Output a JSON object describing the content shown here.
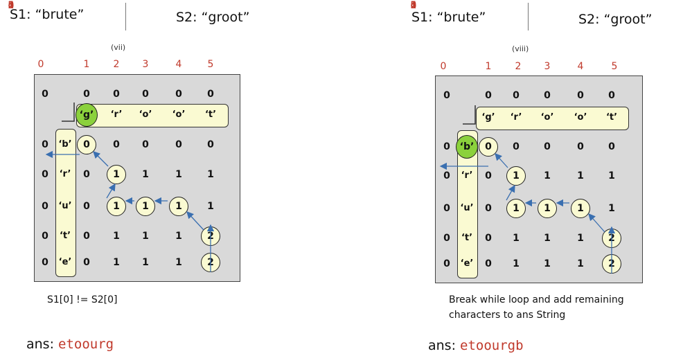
{
  "colors": {
    "index": "#c0392b",
    "grid": "#d9d9d9",
    "strip": "#fafad2",
    "highlight": "#8bd13c",
    "arrow": "#3a6fb0"
  },
  "panels": [
    {
      "s1_label": "S1:  “brute”",
      "s2_label": "S2:  “groot”",
      "step": "(vii)",
      "col_indices": [
        "0",
        "1",
        "2",
        "3",
        "4",
        "5"
      ],
      "row_indices": [
        "0",
        "1",
        "2",
        "3",
        "4",
        "5"
      ],
      "s2_chars": [
        "‘g’",
        "‘r’",
        "‘o’",
        "‘o’",
        "‘t’"
      ],
      "s1_chars": [
        "‘b’",
        "‘r’",
        "‘u’",
        "‘t’",
        "‘e’"
      ],
      "grid": [
        [
          "0",
          "0",
          "0",
          "0",
          "0",
          "0"
        ],
        [
          "0",
          "0",
          "0",
          "0",
          "0",
          "0"
        ],
        [
          "0",
          "0",
          "1",
          "1",
          "1",
          "1"
        ],
        [
          "0",
          "0",
          "1",
          "1",
          "1",
          "1"
        ],
        [
          "0",
          "0",
          "1",
          "1",
          "1",
          "2"
        ],
        [
          "0",
          "0",
          "1",
          "1",
          "1",
          "2"
        ]
      ],
      "circled": [
        [
          1,
          1
        ],
        [
          2,
          2
        ],
        [
          3,
          2
        ],
        [
          3,
          3
        ],
        [
          3,
          4
        ],
        [
          4,
          5
        ],
        [
          5,
          5
        ]
      ],
      "highlight": "top",
      "note": "S1[0] != S2[0]",
      "ans_label": "ans:",
      "ans_value": "etoourg"
    },
    {
      "s1_label": "S1:  “brute”",
      "s2_label": "S2:  “groot”",
      "step": "(viii)",
      "col_indices": [
        "0",
        "1",
        "2",
        "3",
        "4",
        "5"
      ],
      "row_indices": [
        "0",
        "1",
        "2",
        "3",
        "4",
        "5"
      ],
      "s2_chars": [
        "‘g’",
        "‘r’",
        "‘o’",
        "‘o’",
        "‘t’"
      ],
      "s1_chars": [
        "‘b’",
        "‘r’",
        "‘u’",
        "‘t’",
        "‘e’"
      ],
      "grid": [
        [
          "0",
          "0",
          "0",
          "0",
          "0",
          "0"
        ],
        [
          "0",
          "0",
          "0",
          "0",
          "0",
          "0"
        ],
        [
          "0",
          "0",
          "1",
          "1",
          "1",
          "1"
        ],
        [
          "0",
          "0",
          "1",
          "1",
          "1",
          "1"
        ],
        [
          "0",
          "0",
          "1",
          "1",
          "1",
          "2"
        ],
        [
          "0",
          "0",
          "1",
          "1",
          "1",
          "2"
        ]
      ],
      "circled": [
        [
          1,
          1
        ],
        [
          2,
          2
        ],
        [
          3,
          2
        ],
        [
          3,
          3
        ],
        [
          3,
          4
        ],
        [
          4,
          5
        ],
        [
          5,
          5
        ]
      ],
      "highlight": "left",
      "note": "Break while loop and add remaining\ncharacters to ans String",
      "ans_label": "ans:",
      "ans_value": "etoourgb"
    }
  ]
}
